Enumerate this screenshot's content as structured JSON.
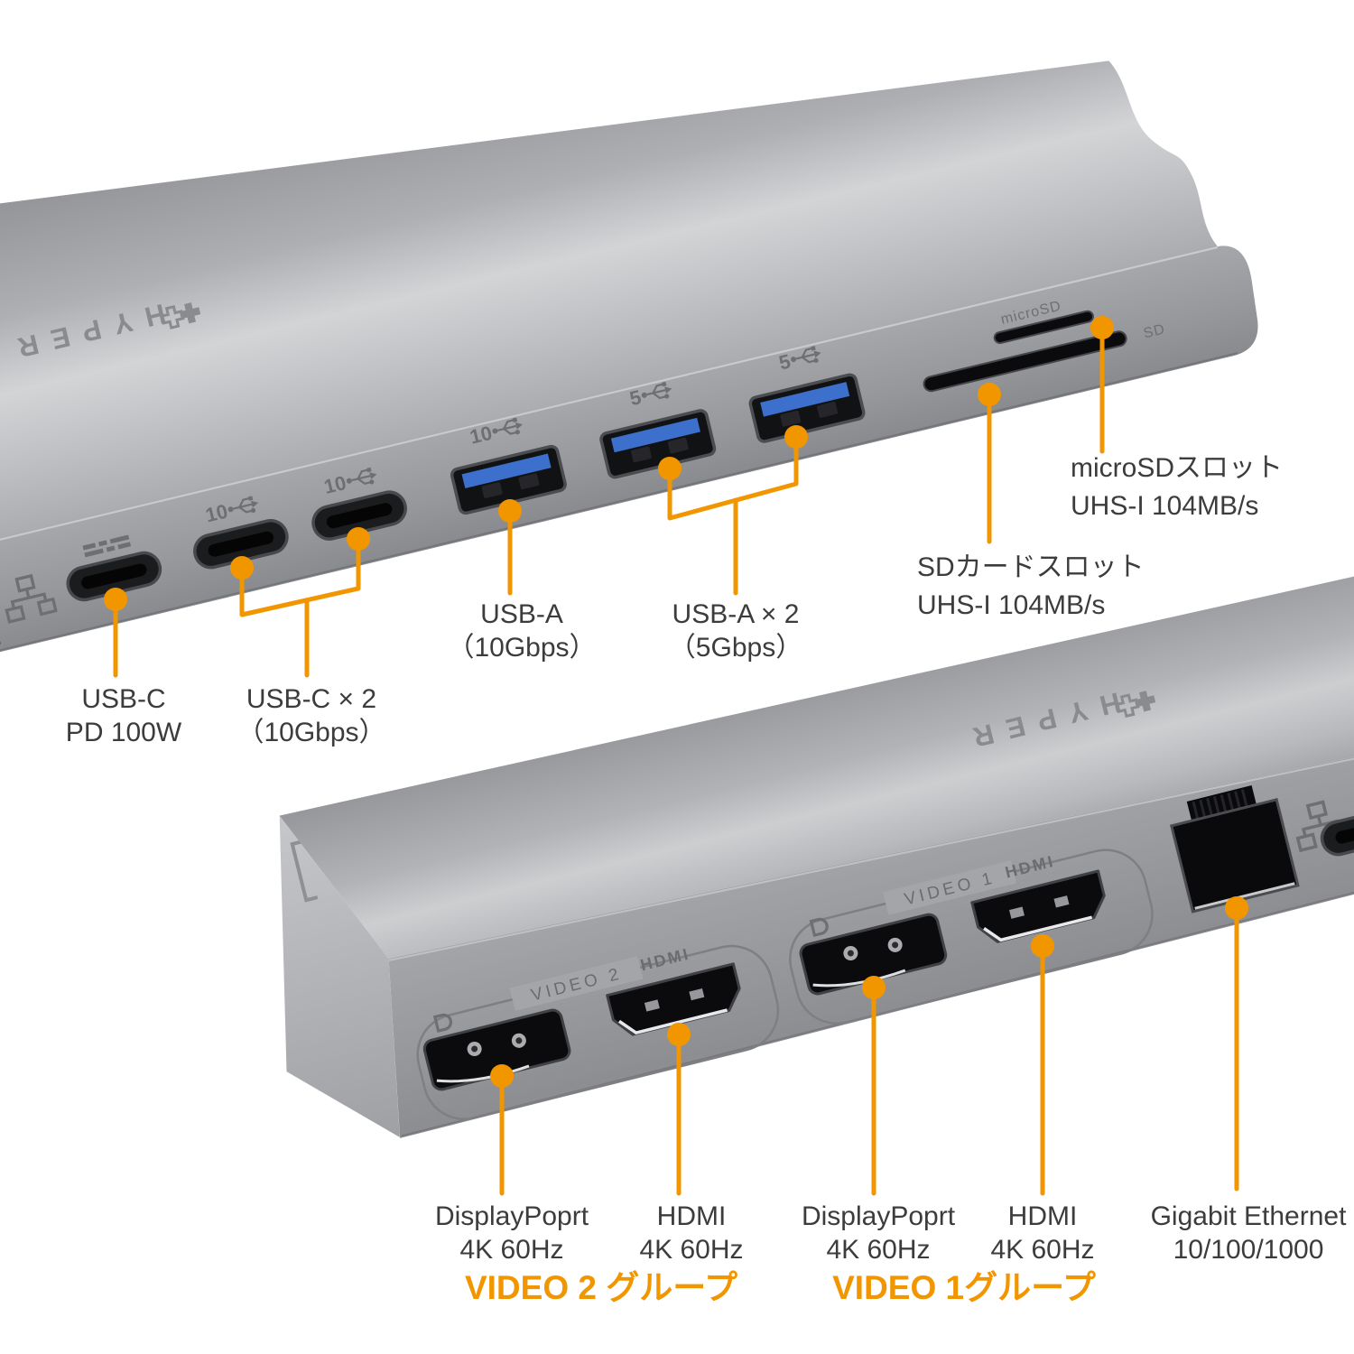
{
  "colors": {
    "accent": "#F29600",
    "label_text": "#3C3C3C",
    "engraving": "#6E6F73",
    "device_body": "#A5A6AA"
  },
  "brand": {
    "name": "HYPER"
  },
  "icons": {
    "brand_logo": "hyper-plus-plus-icon",
    "usb_speed": "usb-trident-icon",
    "charging": "charging-dashes-icon",
    "network": "ethernet-network-icon",
    "displayport": "displayport-d-icon"
  },
  "top_device": {
    "description": "dock rear view with USB and card ports",
    "engravings": {
      "logo": "HYPER",
      "usb10_badge": "10",
      "usb5_badge": "5",
      "microsd_slot_label": "microSD",
      "sd_slot_label": "SD"
    },
    "callouts": [
      {
        "id": "usb-c-pd",
        "label_line1": "USB-C",
        "label_line2": "PD 100W"
      },
      {
        "id": "usb-c-x2",
        "label_line1": "USB-C × 2",
        "label_line2": "（10Gbps）"
      },
      {
        "id": "usb-a-10",
        "label_line1": "USB-A",
        "label_line2": "（10Gbps）"
      },
      {
        "id": "usb-a-x2",
        "label_line1": "USB-A × 2",
        "label_line2": "（5Gbps）"
      },
      {
        "id": "sd-slot",
        "label_line1": "SDカードスロット",
        "label_line2": "UHS-I 104MB/s"
      },
      {
        "id": "microsd",
        "label_line1": "microSDスロット",
        "label_line2": "UHS-I 104MB/s"
      }
    ]
  },
  "bottom_device": {
    "description": "dock front view with video outputs and ethernet",
    "engravings": {
      "logo": "HYPER",
      "video_group_2": "VIDEO 2",
      "video_group_1": "VIDEO 1",
      "hdmi_port_label": "HDMI"
    },
    "callouts": [
      {
        "id": "displayport-video2",
        "label_line1": "DisplayPoprt",
        "label_line2": "4K 60Hz"
      },
      {
        "id": "hdmi-video2",
        "label_line1": "HDMI",
        "label_line2": "4K 60Hz"
      },
      {
        "id": "displayport-video1",
        "label_line1": "DisplayPoprt",
        "label_line2": "4K 60Hz"
      },
      {
        "id": "hdmi-video1",
        "label_line1": "HDMI",
        "label_line2": "4K 60Hz"
      },
      {
        "id": "gigabit-ethernet",
        "label_line1": "Gigabit Ethernet",
        "label_line2": "10/100/1000"
      }
    ],
    "groups": [
      {
        "label": "VIDEO 2 グループ"
      },
      {
        "label": "VIDEO 1グループ"
      }
    ]
  }
}
